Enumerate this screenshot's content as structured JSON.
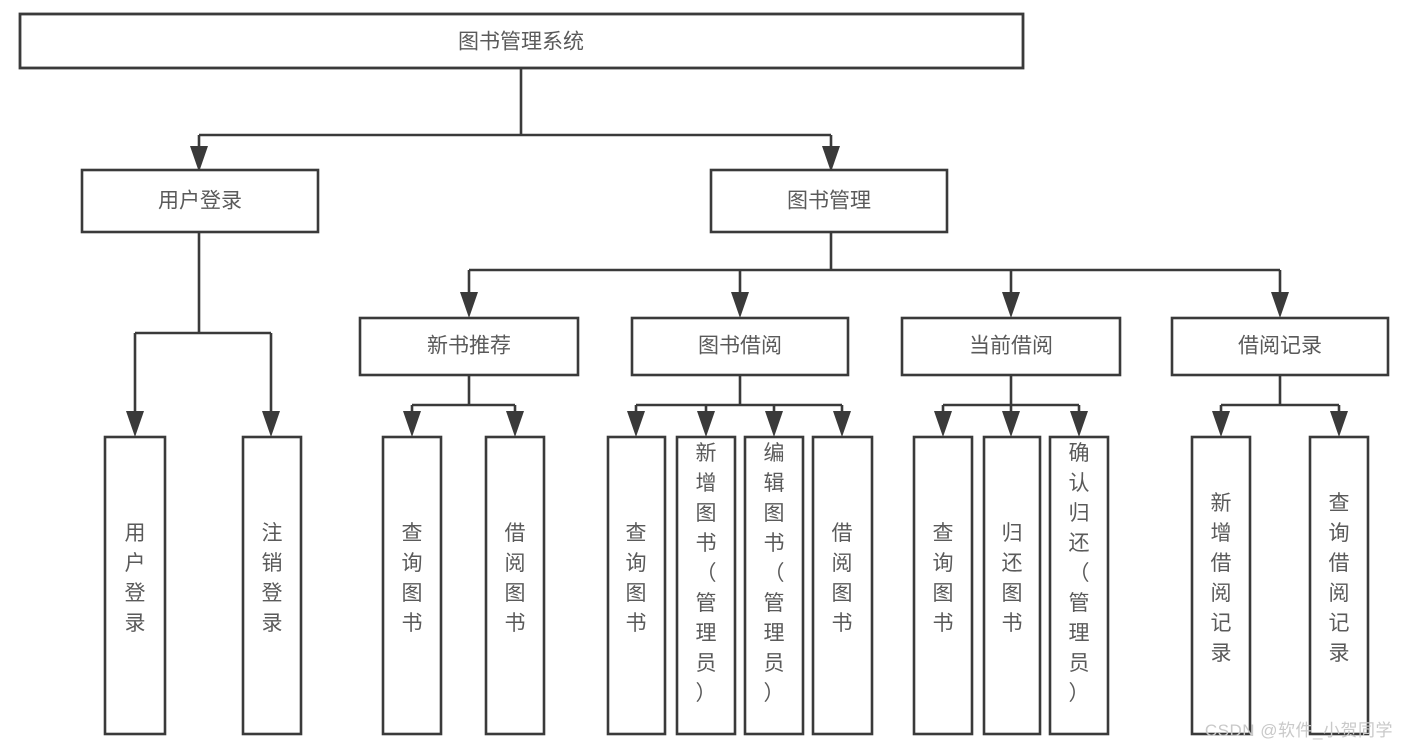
{
  "diagram": {
    "title": "图书管理系统",
    "type": "hierarchy-tree",
    "watermark": "CSDN @软件_小贺同学",
    "colors": {
      "stroke": "#3a3a3a",
      "text": "#5a5a5a",
      "background": "#ffffff",
      "watermark": "#c9c9c9"
    },
    "levels": {
      "root": {
        "label": "图书管理系统"
      },
      "level2": [
        {
          "label": "用户登录"
        },
        {
          "label": "图书管理"
        }
      ],
      "level3": [
        {
          "label": "新书推荐"
        },
        {
          "label": "图书借阅"
        },
        {
          "label": "当前借阅"
        },
        {
          "label": "借阅记录"
        }
      ],
      "leaves": [
        {
          "label": "用户登录",
          "parent": "用户登录"
        },
        {
          "label": "注销登录",
          "parent": "用户登录"
        },
        {
          "label": "查询图书",
          "parent": "新书推荐"
        },
        {
          "label": "借阅图书",
          "parent": "新书推荐"
        },
        {
          "label": "查询图书",
          "parent": "图书借阅"
        },
        {
          "label": "新增图书（管理员）",
          "parent": "图书借阅"
        },
        {
          "label": "编辑图书（管理员）",
          "parent": "图书借阅"
        },
        {
          "label": "借阅图书",
          "parent": "图书借阅"
        },
        {
          "label": "查询图书",
          "parent": "当前借阅"
        },
        {
          "label": "归还图书",
          "parent": "当前借阅"
        },
        {
          "label": "确认归还（管理员）",
          "parent": "当前借阅"
        },
        {
          "label": "新增借阅记录",
          "parent": "借阅记录"
        },
        {
          "label": "查询借阅记录",
          "parent": "借阅记录"
        }
      ]
    }
  }
}
